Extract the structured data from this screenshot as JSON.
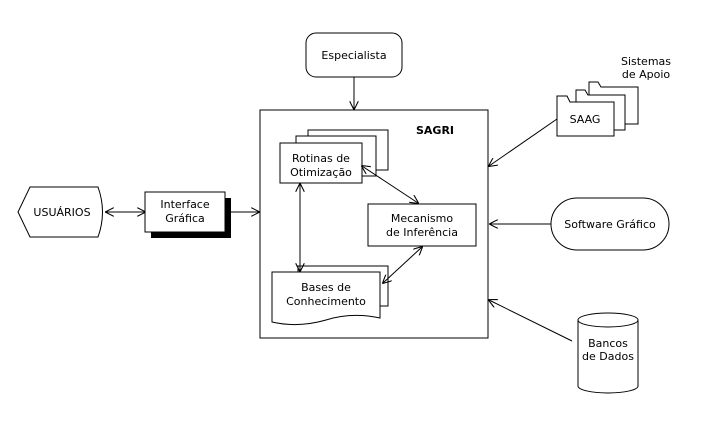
{
  "diagram": {
    "nodes": {
      "especialista": "Especialista",
      "sistemas_apoio": [
        "Sistemas",
        "de Apoio"
      ],
      "saag": "SAAG",
      "sagri": "SAGRI",
      "rotinas": [
        "Rotinas de",
        "Otimização"
      ],
      "mecanismo": [
        "Mecanismo",
        "de Inferência"
      ],
      "bases": [
        "Bases de",
        "Conhecimento"
      ],
      "usuarios": "USUÁRIOS",
      "interface": [
        "Interface",
        "Gráfica"
      ],
      "software": "Software Gráfico",
      "bancos": [
        "Bancos",
        "de Dados"
      ]
    },
    "edges": [
      {
        "from": "especialista",
        "to": "sagri",
        "type": "arrow"
      },
      {
        "from": "saag",
        "to": "sagri",
        "type": "arrow"
      },
      {
        "from": "software",
        "to": "sagri",
        "type": "arrow"
      },
      {
        "from": "bancos",
        "to": "sagri",
        "type": "arrow"
      },
      {
        "from": "usuarios",
        "to": "interface",
        "type": "bidirectional"
      },
      {
        "from": "interface",
        "to": "sagri",
        "type": "arrow"
      },
      {
        "from": "rotinas",
        "to": "mecanismo",
        "type": "bidirectional"
      },
      {
        "from": "rotinas",
        "to": "bases",
        "type": "bidirectional"
      },
      {
        "from": "bases",
        "to": "mecanismo",
        "type": "bidirectional"
      }
    ]
  }
}
